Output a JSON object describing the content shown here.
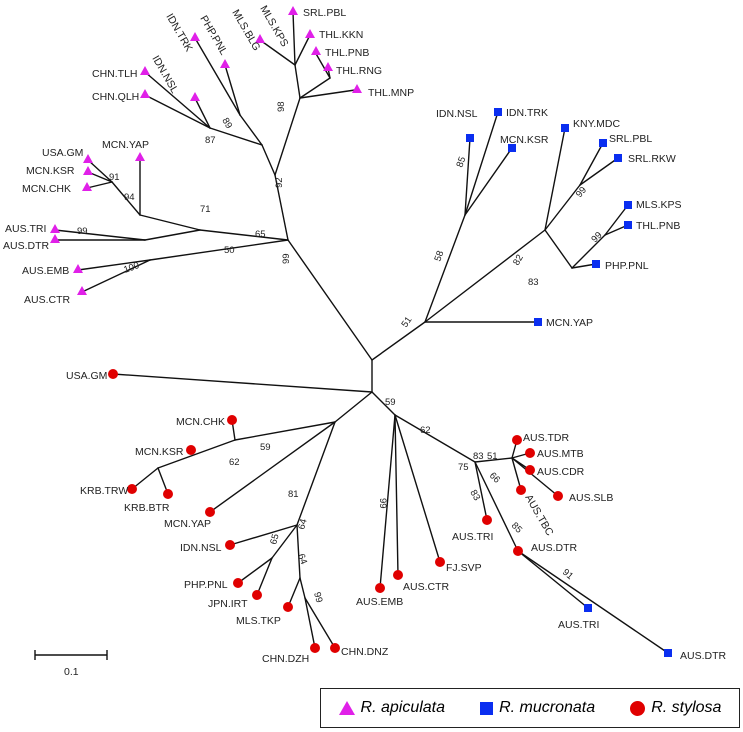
{
  "scale_bar": {
    "label": "0.1"
  },
  "legend": [
    {
      "label": "R. apiculata",
      "symbol": "triangle",
      "color": "#e020e8"
    },
    {
      "label": "R. mucronata",
      "symbol": "square",
      "color": "#0a2ef0"
    },
    {
      "label": "R. stylosa",
      "symbol": "circle",
      "color": "#e00000"
    }
  ],
  "taxa": [
    "SRL.PBL",
    "MLS.KPS",
    "MLS.BLG",
    "PHP.PNL",
    "IDN.TRK",
    "THL.KKN",
    "THL.PNB",
    "THL.RNG",
    "THL.MNP",
    "CHN.TLH",
    "IDN.NSL",
    "CHN.QLH",
    "USA.GM",
    "MCN.KSR",
    "MCN.CHK",
    "MCN.YAP",
    "AUS.TRI",
    "AUS.DTR",
    "AUS.EMB",
    "AUS.CTR",
    "IDN.NSL",
    "IDN.TRK",
    "MCN.KSR",
    "KNY.MDC",
    "SRL.PBL",
    "SRL.RKW",
    "MLS.KPS",
    "THL.PNB",
    "PHP.PNL",
    "MCN.YAP",
    "USA.GM",
    "MCN.CHK",
    "MCN.KSR",
    "KRB.TRW",
    "KRB.BTR",
    "MCN.YAP",
    "IDN.NSL",
    "PHP.PNL",
    "JPN.IRT",
    "MLS.TKP",
    "CHN.DZH",
    "CHN.DNZ",
    "AUS.EMB",
    "AUS.CTR",
    "FJ.SVP",
    "AUS.TDR",
    "AUS.MTB",
    "AUS.CDR",
    "AUS.SLB",
    "AUS.TBC",
    "AUS.TRI",
    "AUS.DTR",
    "AUS.TRI",
    "AUS.DTR"
  ],
  "bootstrap": [
    "98",
    "89",
    "87",
    "92",
    "91",
    "94",
    "71",
    "65",
    "99",
    "100",
    "50",
    "99",
    "85",
    "58",
    "82",
    "99",
    "99",
    "83",
    "51",
    "59",
    "62",
    "59",
    "62",
    "81",
    "64",
    "65",
    "64",
    "99",
    "99",
    "83",
    "51",
    "66",
    "75",
    "83",
    "85",
    "91"
  ]
}
